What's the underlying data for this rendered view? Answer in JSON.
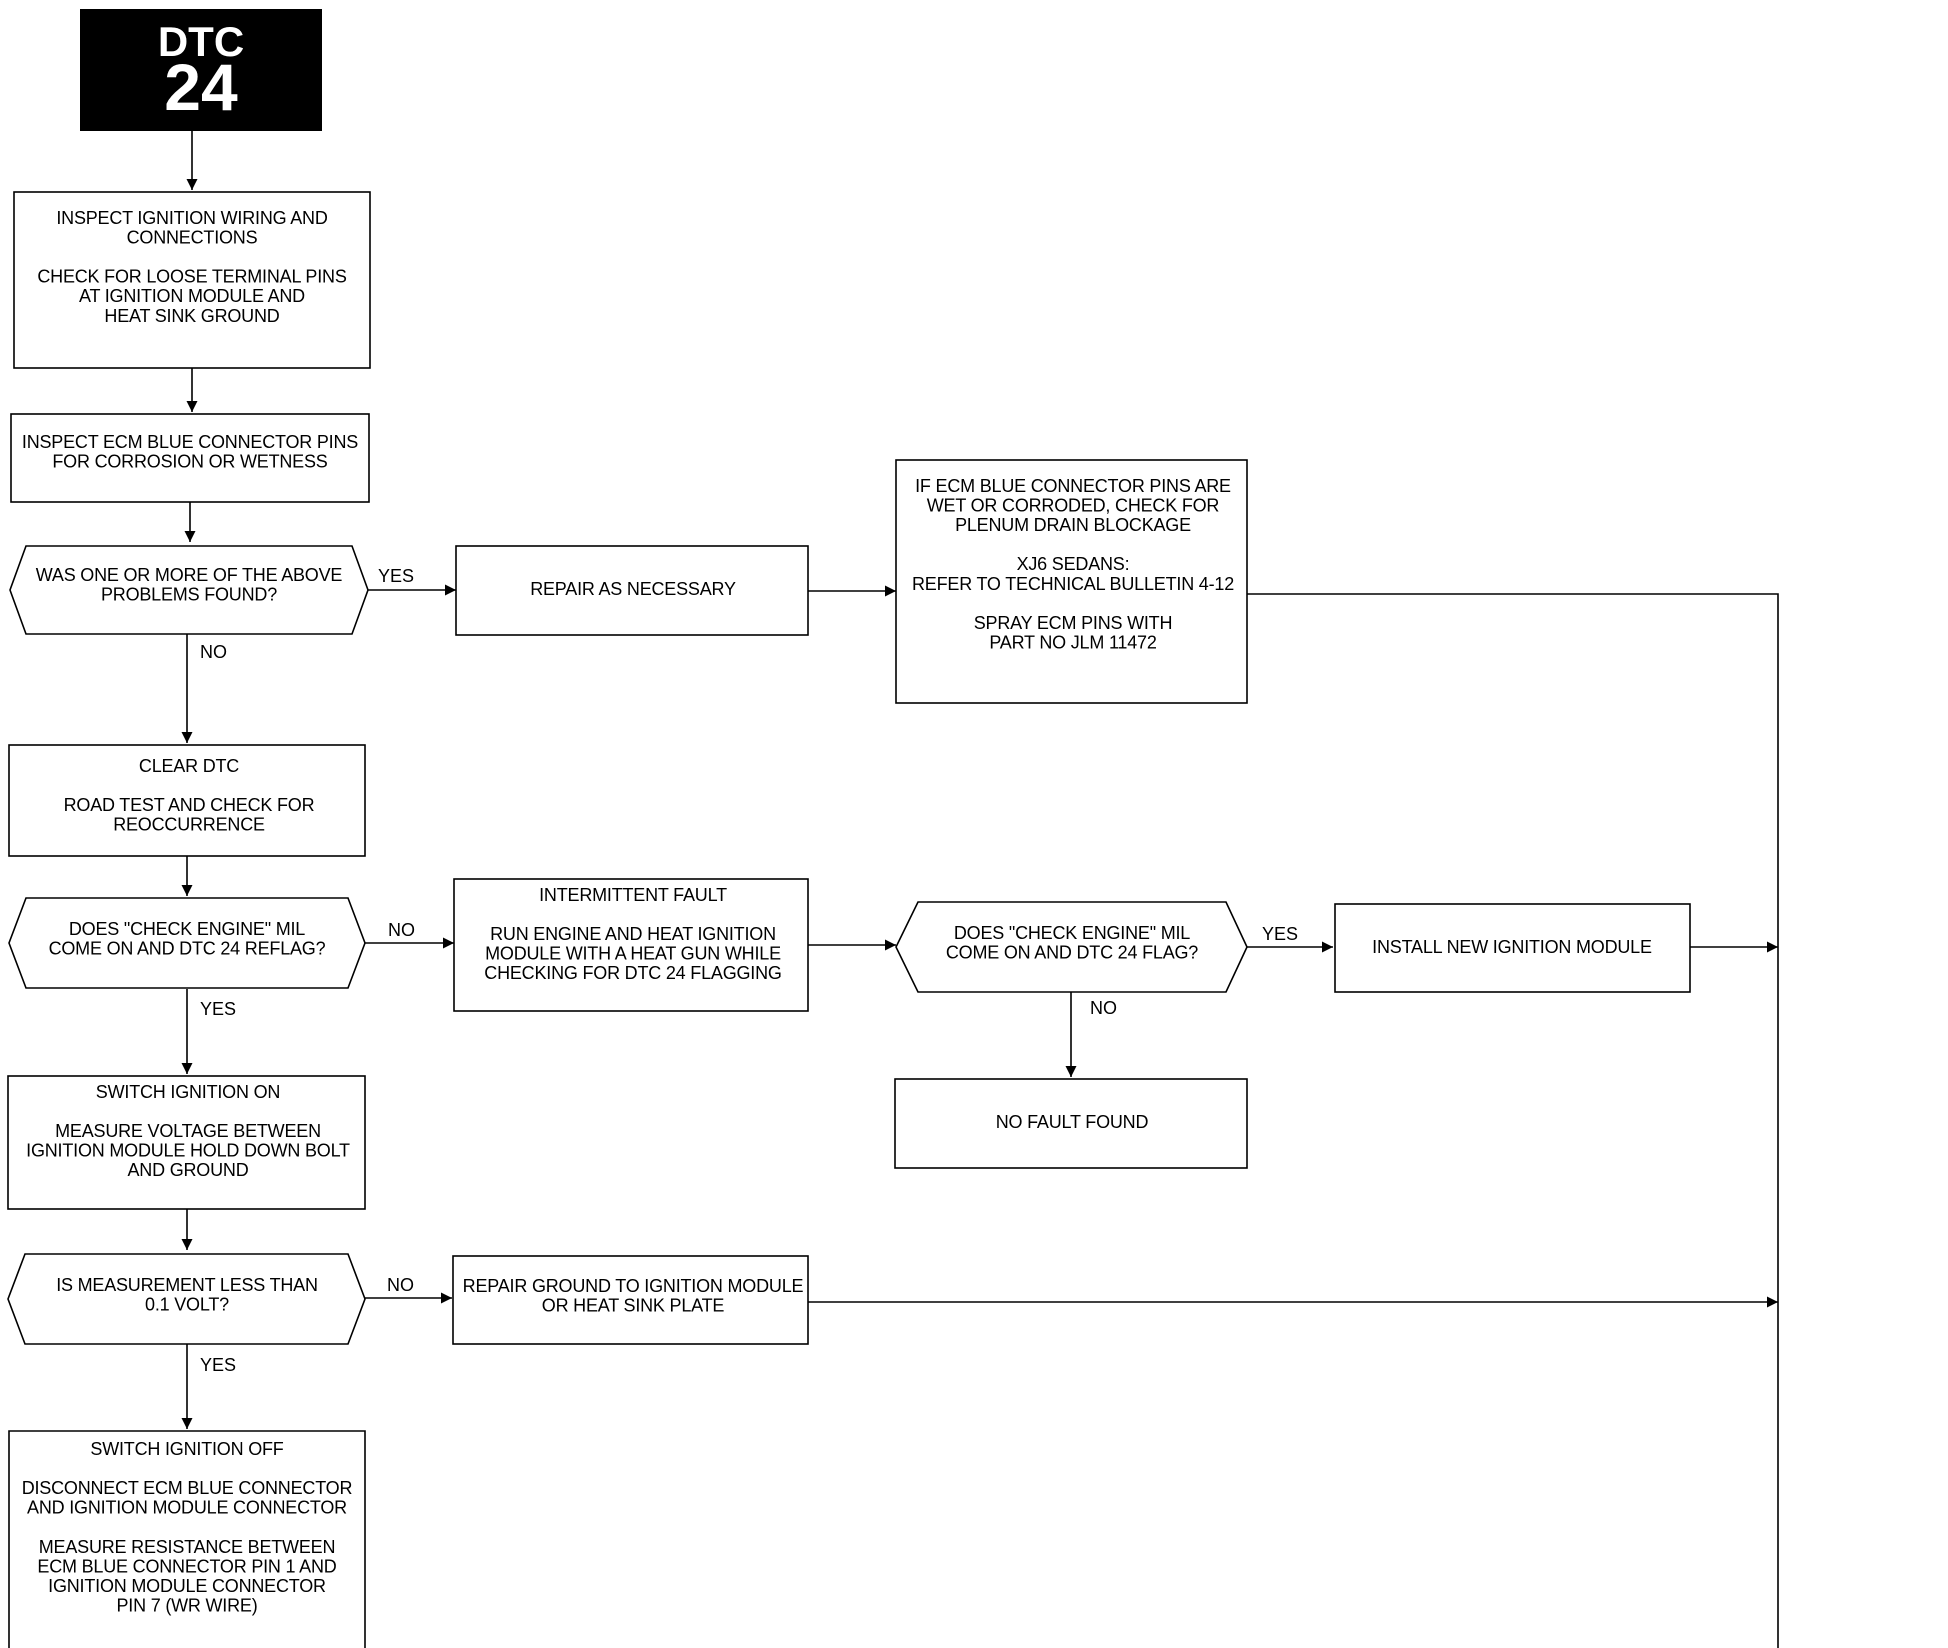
{
  "header": {
    "line1": "DTC",
    "line2": "24",
    "background": "#000000",
    "text_color": "#ffffff"
  },
  "nodes": {
    "inspect_wiring": [
      "INSPECT IGNITION WIRING AND",
      "CONNECTIONS",
      "",
      "CHECK FOR LOOSE TERMINAL PINS",
      "AT IGNITION MODULE AND",
      "HEAT SINK GROUND"
    ],
    "inspect_ecm": [
      "INSPECT ECM BLUE CONNECTOR PINS",
      "FOR CORROSION OR WETNESS"
    ],
    "q_problems": [
      "WAS ONE OR MORE OF THE ABOVE",
      "PROBLEMS FOUND?"
    ],
    "repair_necessary": [
      "REPAIR AS NECESSARY"
    ],
    "note_ecm_pins": [
      "IF ECM BLUE CONNECTOR PINS ARE",
      "WET OR CORRODED, CHECK FOR",
      "PLENUM DRAIN BLOCKAGE",
      "",
      "XJ6 SEDANS:",
      "REFER TO TECHNICAL BULLETIN 4-12",
      "",
      "SPRAY ECM PINS WITH",
      "PART NO JLM 11472"
    ],
    "clear_dtc": [
      "CLEAR DTC",
      "",
      "ROAD TEST AND CHECK FOR",
      "REOCCURRENCE"
    ],
    "q_reflag": [
      "DOES \"CHECK ENGINE\" MIL",
      "COME ON AND DTC 24 REFLAG?"
    ],
    "intermittent": [
      "INTERMITTENT FAULT",
      "",
      "RUN ENGINE AND HEAT IGNITION",
      "MODULE WITH A HEAT GUN WHILE",
      "CHECKING FOR DTC 24 FLAGGING"
    ],
    "q_flag": [
      "DOES \"CHECK ENGINE\" MIL",
      "COME ON AND DTC 24 FLAG?"
    ],
    "install_module": [
      "INSTALL NEW IGNITION MODULE"
    ],
    "no_fault": [
      "NO FAULT FOUND"
    ],
    "switch_on": [
      "SWITCH IGNITION ON",
      "",
      "MEASURE VOLTAGE BETWEEN",
      "IGNITION MODULE HOLD DOWN BOLT",
      "AND GROUND"
    ],
    "q_measure": [
      "IS MEASUREMENT LESS THAN",
      "0.1 VOLT?"
    ],
    "repair_ground": [
      "REPAIR GROUND TO IGNITION MODULE",
      "OR HEAT SINK PLATE"
    ],
    "switch_off": [
      "SWITCH IGNITION OFF",
      "",
      "DISCONNECT ECM BLUE CONNECTOR",
      "AND IGNITION MODULE CONNECTOR",
      "",
      "MEASURE RESISTANCE BETWEEN",
      "ECM BLUE CONNECTOR PIN 1 AND",
      "IGNITION MODULE CONNECTOR",
      "PIN 7 (WR WIRE)"
    ]
  },
  "edge_labels": {
    "problems_yes": "YES",
    "problems_no": "NO",
    "reflag_no": "NO",
    "reflag_yes": "YES",
    "flag_yes": "YES",
    "flag_no": "NO",
    "measure_no": "NO",
    "measure_yes": "YES"
  }
}
